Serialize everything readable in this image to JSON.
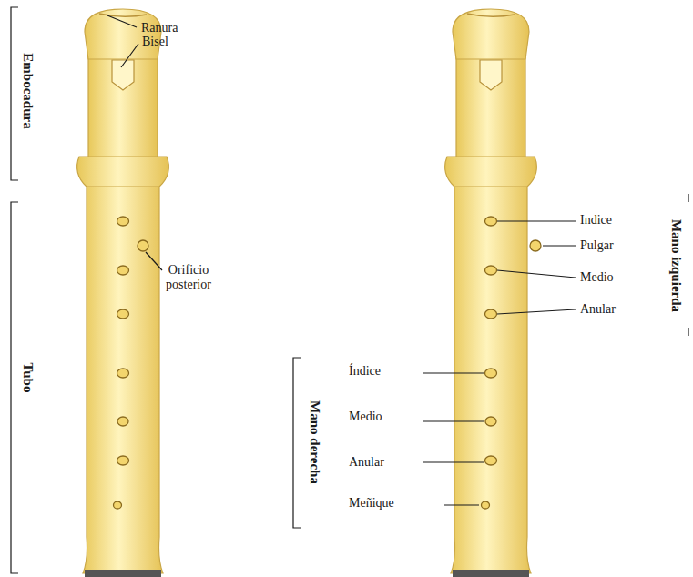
{
  "diagram": {
    "labels": [
      "Ranura",
      "Bisel",
      "Embocadura",
      "Orificio posterior",
      "Tubo",
      "Indice",
      "Pulgar",
      "Medio",
      "Anular",
      "Mano izquierda",
      "Índice",
      "Medio",
      "Anular",
      "Mano derecha",
      "Meñique"
    ]
  }
}
